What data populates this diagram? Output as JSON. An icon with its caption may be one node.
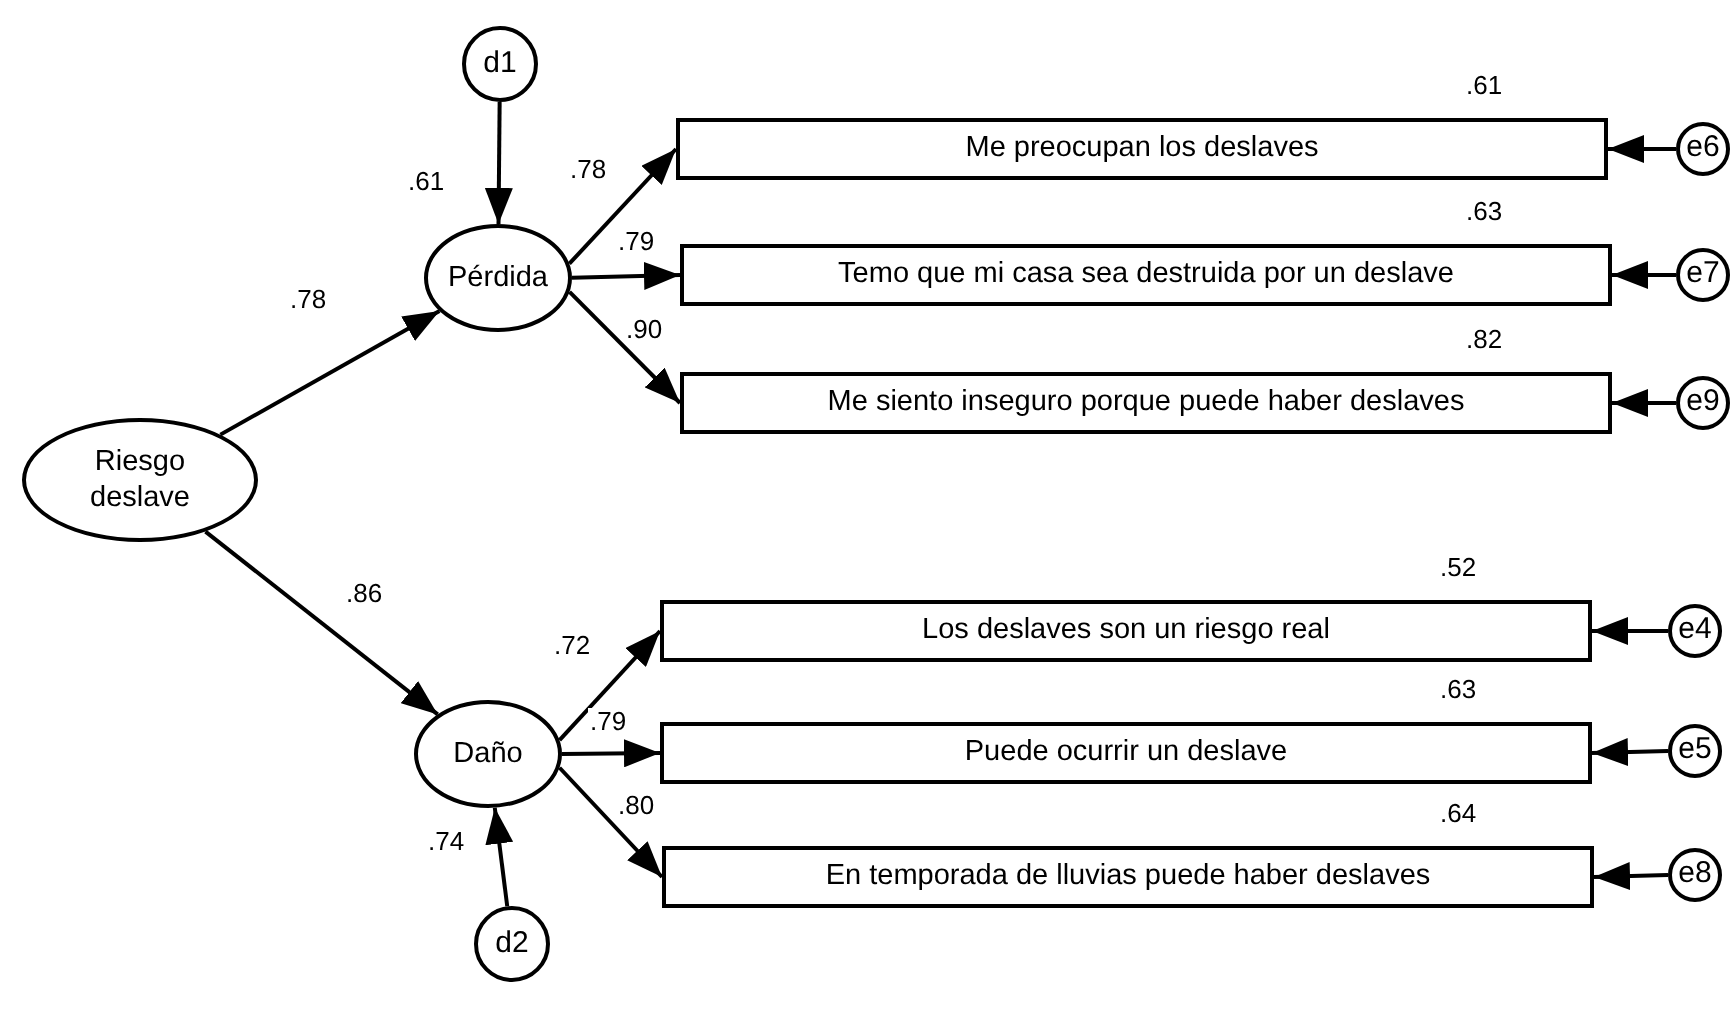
{
  "diagram": {
    "nodes": [
      {
        "text": [
          "Riesgo deslave"
        ]
      },
      {
        "text": [
          "d1"
        ]
      },
      {
        "text": [
          "Pérdida"
        ],
        "beside": [
          ".61"
        ]
      },
      {
        "text": [
          "Daño"
        ],
        "beside": [
          ".74"
        ]
      },
      {
        "text": [
          "d2"
        ]
      },
      {
        "text": [
          "Me preocupan los deslaves"
        ],
        "beside": [
          ".61"
        ]
      },
      {
        "text": [
          "Temo que mi casa sea destruida por un deslave"
        ],
        "beside": [
          ".63"
        ]
      },
      {
        "text": [
          "Me siento inseguro porque puede haber deslaves"
        ],
        "beside": [
          ".82"
        ]
      },
      {
        "text": [
          "Los deslaves son un riesgo real"
        ],
        "beside": [
          ".52"
        ]
      },
      {
        "text": [
          "Puede ocurrir un deslave"
        ],
        "beside": [
          ".63"
        ]
      },
      {
        "text": [
          "En temporada de lluvias puede haber deslaves"
        ],
        "beside": [
          ".64"
        ]
      },
      {
        "text": [
          "e6"
        ]
      },
      {
        "text": [
          "e7"
        ]
      },
      {
        "text": [
          "e9"
        ]
      },
      {
        "text": [
          "e4"
        ]
      },
      {
        "text": [
          "e5"
        ]
      },
      {
        "text": [
          "e8"
        ]
      }
    ],
    "edges": [
      {
        "from": 0,
        "to": 2,
        "arrow": "to",
        "label": ".78"
      },
      {
        "from": 0,
        "to": 3,
        "arrow": "to",
        "label": ".86"
      },
      {
        "from": 1,
        "to": 2,
        "arrow": "to"
      },
      {
        "from": 4,
        "to": 3,
        "arrow": "to"
      },
      {
        "from": 2,
        "to": 5,
        "arrow": "to",
        "label": ".78"
      },
      {
        "from": 2,
        "to": 6,
        "arrow": "to",
        "label": ".79"
      },
      {
        "from": 2,
        "to": 7,
        "arrow": "to",
        "label": ".90"
      },
      {
        "from": 3,
        "to": 8,
        "arrow": "to",
        "label": ".72"
      },
      {
        "from": 3,
        "to": 9,
        "arrow": "to",
        "label": ".79"
      },
      {
        "from": 3,
        "to": 10,
        "arrow": "to",
        "label": ".80"
      },
      {
        "from": 11,
        "to": 5,
        "arrow": "to"
      },
      {
        "from": 12,
        "to": 6,
        "arrow": "to"
      },
      {
        "from": 13,
        "to": 7,
        "arrow": "to"
      },
      {
        "from": 14,
        "to": 8,
        "arrow": "to"
      },
      {
        "from": 15,
        "to": 9,
        "arrow": "to"
      },
      {
        "from": 16,
        "to": 10,
        "arrow": "to"
      }
    ]
  }
}
